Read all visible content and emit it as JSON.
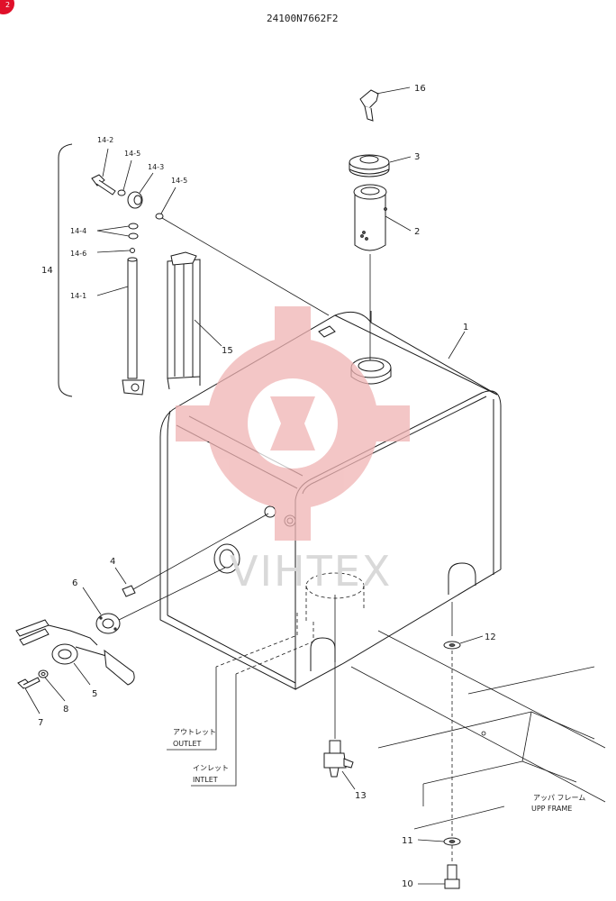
{
  "drawing_number": "24100N7662F2",
  "watermark_text": "VIHTEX",
  "corner_badge": "2",
  "callouts": {
    "c1": "1",
    "c2": "2",
    "c3": "3",
    "c4": "4",
    "c5": "5",
    "c6": "6",
    "c7": "7",
    "c8": "8",
    "c10": "10",
    "c11": "11",
    "c12": "12",
    "c13": "13",
    "c14": "14",
    "c14_1": "14-1",
    "c14_2": "14-2",
    "c14_3": "14-3",
    "c14_4": "14-4",
    "c14_5a": "14-5",
    "c14_5b": "14-5",
    "c14_6": "14-6",
    "c15": "15",
    "c16": "16"
  },
  "ports": {
    "outlet_jp": "アウトレット",
    "outlet_en": "OUTLET",
    "inlet_jp": "インレット",
    "inlet_en": "INTLET"
  },
  "frame": {
    "jp": "アッパ フレーム",
    "en": "UPP FRAME"
  },
  "colors": {
    "line": "#1a1a1a",
    "watermark": "#f0b4b4",
    "badge": "#e0102a"
  }
}
